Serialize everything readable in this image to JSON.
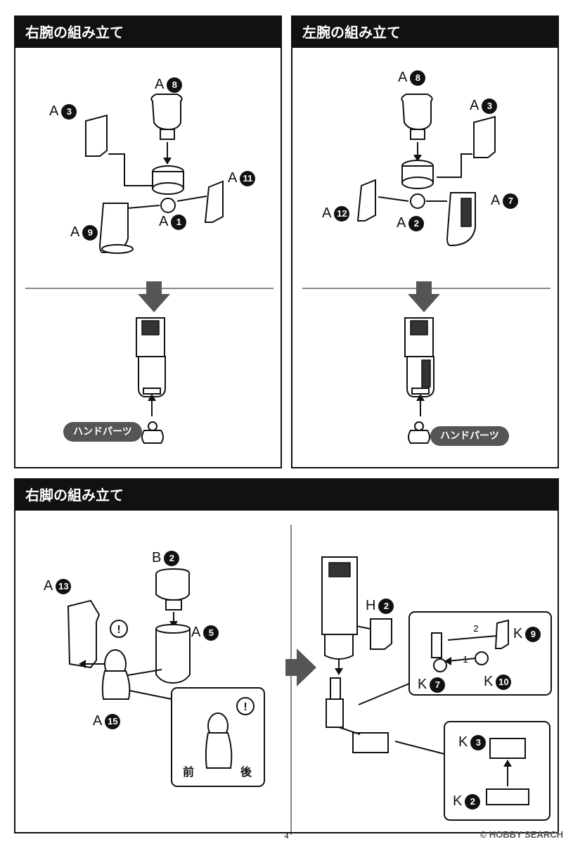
{
  "right_arm": {
    "title": "右腕の組み立て",
    "parts": {
      "a8": {
        "letter": "A",
        "num": "8"
      },
      "a3": {
        "letter": "A",
        "num": "3"
      },
      "a11": {
        "letter": "A",
        "num": "11"
      },
      "a1": {
        "letter": "A",
        "num": "1"
      },
      "a9": {
        "letter": "A",
        "num": "9"
      }
    },
    "hand_label": "ハンドパーツ"
  },
  "left_arm": {
    "title": "左腕の組み立て",
    "parts": {
      "a8": {
        "letter": "A",
        "num": "8"
      },
      "a3": {
        "letter": "A",
        "num": "3"
      },
      "a12": {
        "letter": "A",
        "num": "12"
      },
      "a2": {
        "letter": "A",
        "num": "2"
      },
      "a7": {
        "letter": "A",
        "num": "7"
      }
    },
    "hand_label": "ハンドパーツ"
  },
  "right_leg": {
    "title": "右脚の組み立て",
    "parts": {
      "b2": {
        "letter": "B",
        "num": "2"
      },
      "a13": {
        "letter": "A",
        "num": "13"
      },
      "a5": {
        "letter": "A",
        "num": "5"
      },
      "a15": {
        "letter": "A",
        "num": "15"
      },
      "h2": {
        "letter": "H",
        "num": "2"
      },
      "k9": {
        "letter": "K",
        "num": "9"
      },
      "k7": {
        "letter": "K",
        "num": "7"
      },
      "k10": {
        "letter": "K",
        "num": "10"
      },
      "k3": {
        "letter": "K",
        "num": "3"
      },
      "k2": {
        "letter": "K",
        "num": "2"
      }
    },
    "front_label": "前",
    "back_label": "後",
    "step1": "1",
    "step2": "2",
    "warning": "!"
  },
  "page_number": "4",
  "watermark": "© HOBBY SEARCH"
}
